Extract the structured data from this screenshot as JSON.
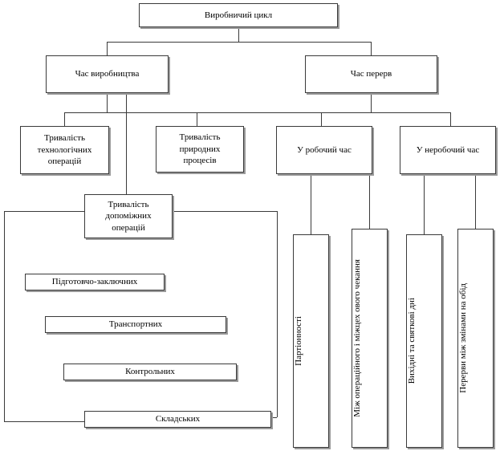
{
  "diagram": {
    "title": "Виробничий цикл",
    "type": "hierarchical-tree",
    "nodes": [
      {
        "id": "root",
        "label": "Виробничий цикл"
      },
      {
        "id": "prod-time",
        "label": "Час виробництва"
      },
      {
        "id": "break-time",
        "label": "Час перерв"
      },
      {
        "id": "tech-ops",
        "label": "Тривалість\nтехнологічних\nоперацій"
      },
      {
        "id": "nat-proc",
        "label": "Тривалість\nприродних\nпроцесів"
      },
      {
        "id": "work-hours",
        "label": "У робочий час"
      },
      {
        "id": "nonwork-hours",
        "label": "У неробочий час"
      },
      {
        "id": "aux-ops",
        "label": "Тривалість\nдопоміжних\nоперацій"
      },
      {
        "id": "prep-final",
        "label": "Підготовчо-заключних"
      },
      {
        "id": "transport",
        "label": "Транспортних"
      },
      {
        "id": "control",
        "label": "Контрольних"
      },
      {
        "id": "storage",
        "label": "Складських"
      },
      {
        "id": "batch",
        "label": "Партіонності"
      },
      {
        "id": "interop",
        "label": "Між операційного і міжцех ового чекання"
      },
      {
        "id": "holidays",
        "label": "Вихідні та святкові дні"
      },
      {
        "id": "lunch",
        "label": "Перерви між змінами на обід"
      }
    ]
  },
  "colors": {
    "stroke": "#3a3a3a",
    "shadow": "#9a9a9a",
    "background": "#ffffff",
    "text": "#000000"
  }
}
